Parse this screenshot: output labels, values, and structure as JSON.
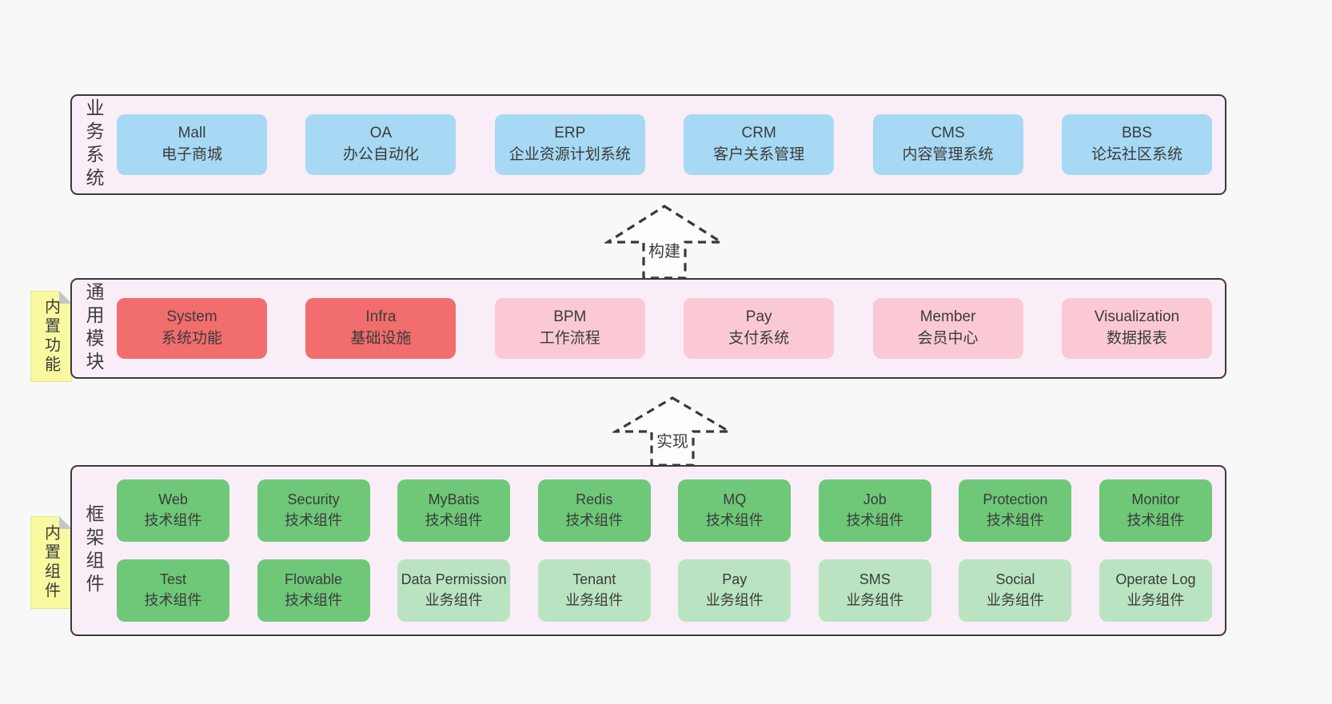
{
  "colors": {
    "page_bg": "#f8f8f8",
    "layer_bg": "#f9eef7",
    "layer_border": "#3a3a3a",
    "blue": "#a7d9f4",
    "red": "#f26d6d",
    "pink": "#fbc9d4",
    "green": "#6ec878",
    "green_light": "#bae4c1",
    "sticky_yellow": "#f9f9a0",
    "sticky_fold": "#c6c6c6",
    "text": "#3b3b3b"
  },
  "arrows": [
    {
      "label": "构建"
    },
    {
      "label": "实现"
    }
  ],
  "layers": [
    {
      "side_label": "业务系统",
      "rows": [
        {
          "boxes": [
            {
              "title": "Mall",
              "subtitle": "电子商城",
              "type": "blue"
            },
            {
              "title": "OA",
              "subtitle": "办公自动化",
              "type": "blue"
            },
            {
              "title": "ERP",
              "subtitle": "企业资源计划系统",
              "type": "blue"
            },
            {
              "title": "CRM",
              "subtitle": "客户关系管理",
              "type": "blue"
            },
            {
              "title": "CMS",
              "subtitle": "内容管理系统",
              "type": "blue"
            },
            {
              "title": "BBS",
              "subtitle": "论坛社区系统",
              "type": "blue"
            }
          ]
        }
      ]
    },
    {
      "side_label": "通用模块",
      "sticky": "内置功能",
      "rows": [
        {
          "boxes": [
            {
              "title": "System",
              "subtitle": "系统功能",
              "type": "red"
            },
            {
              "title": "Infra",
              "subtitle": "基础设施",
              "type": "red"
            },
            {
              "title": "BPM",
              "subtitle": "工作流程",
              "type": "pink"
            },
            {
              "title": "Pay",
              "subtitle": "支付系统",
              "type": "pink"
            },
            {
              "title": "Member",
              "subtitle": "会员中心",
              "type": "pink"
            },
            {
              "title": "Visualization",
              "subtitle": "数据报表",
              "type": "pink"
            }
          ]
        }
      ]
    },
    {
      "side_label": "框架组件",
      "sticky": "内置组件",
      "rows": [
        {
          "boxes": [
            {
              "title": "Web",
              "subtitle": "技术组件",
              "type": "green"
            },
            {
              "title": "Security",
              "subtitle": "技术组件",
              "type": "green"
            },
            {
              "title": "MyBatis",
              "subtitle": "技术组件",
              "type": "green"
            },
            {
              "title": "Redis",
              "subtitle": "技术组件",
              "type": "green"
            },
            {
              "title": "MQ",
              "subtitle": "技术组件",
              "type": "green"
            },
            {
              "title": "Job",
              "subtitle": "技术组件",
              "type": "green"
            },
            {
              "title": "Protection",
              "subtitle": "技术组件",
              "type": "green"
            },
            {
              "title": "Monitor",
              "subtitle": "技术组件",
              "type": "green"
            }
          ]
        },
        {
          "boxes": [
            {
              "title": "Test",
              "subtitle": "技术组件",
              "type": "green"
            },
            {
              "title": "Flowable",
              "subtitle": "技术组件",
              "type": "green"
            },
            {
              "title": "Data Permission",
              "subtitle": "业务组件",
              "type": "green_light"
            },
            {
              "title": "Tenant",
              "subtitle": "业务组件",
              "type": "green_light"
            },
            {
              "title": "Pay",
              "subtitle": "业务组件",
              "type": "green_light"
            },
            {
              "title": "SMS",
              "subtitle": "业务组件",
              "type": "green_light"
            },
            {
              "title": "Social",
              "subtitle": "业务组件",
              "type": "green_light"
            },
            {
              "title": "Operate Log",
              "subtitle": "业务组件",
              "type": "green_light"
            }
          ]
        }
      ]
    }
  ]
}
